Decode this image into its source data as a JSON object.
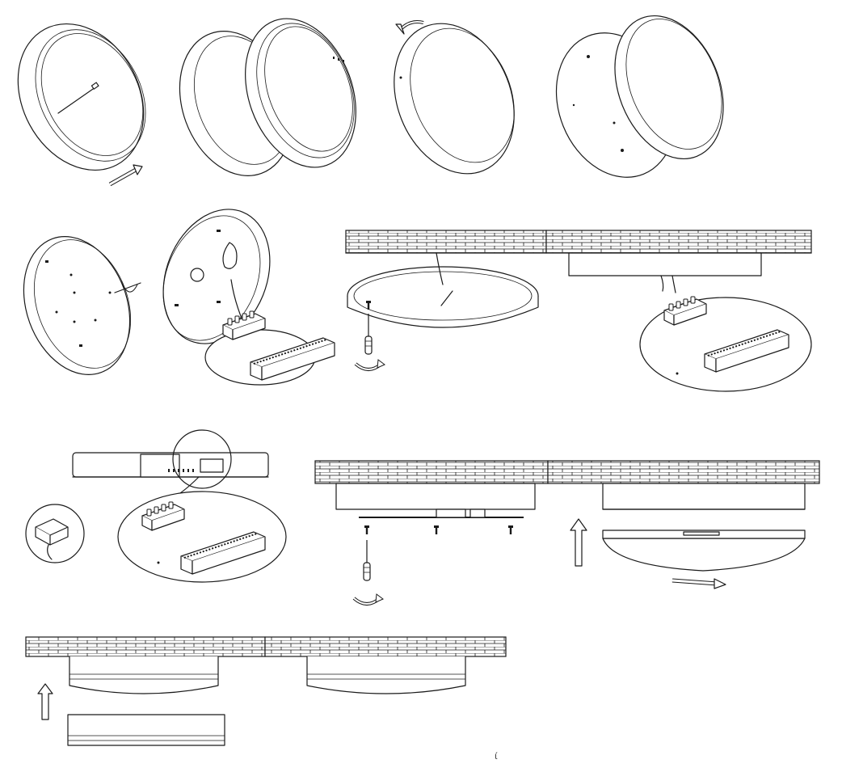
{
  "page": {
    "marks": [
      "ί"
    ]
  },
  "diagram": {
    "rows": 4,
    "steps": [
      {
        "id": 1,
        "icon": "lamp-cover-rotate-icon",
        "arrow": "arrow-right-icon"
      },
      {
        "id": 2,
        "icon": "lamp-cover-separated-icon"
      },
      {
        "id": 3,
        "icon": "lamp-cover-rotate-ccw-icon",
        "arrow": "curved-arrow-ccw-icon"
      },
      {
        "id": 4,
        "icon": "lamp-cover-open-icon"
      },
      {
        "id": 5,
        "icon": "base-plate-screw-removal-icon"
      },
      {
        "id": 6,
        "icon": "base-wiring-to-ceiling-icon"
      },
      {
        "id": 7,
        "icon": "terminal-block-detail-icon"
      },
      {
        "id": 8,
        "icon": "base-mounting-and-cover-icon"
      },
      {
        "id": 9,
        "icon": "cover-attach-to-ceiling-icon"
      }
    ]
  }
}
